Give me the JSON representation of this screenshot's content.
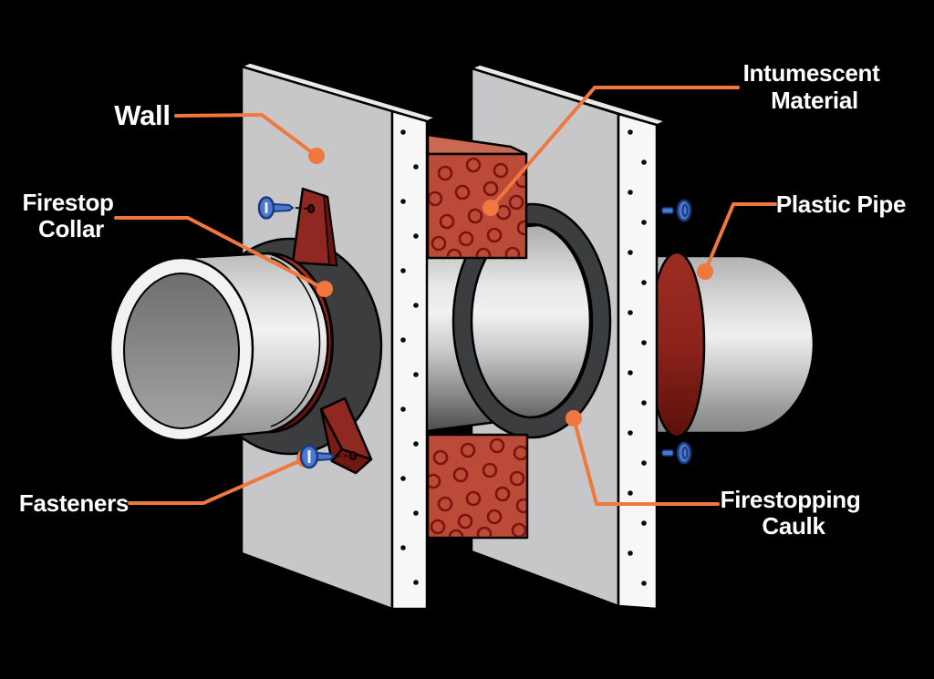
{
  "labels": {
    "wall": {
      "lines": [
        "Wall"
      ]
    },
    "firestop_collar": {
      "lines": [
        "Firestop",
        "Collar"
      ]
    },
    "fasteners": {
      "lines": [
        "Fasteners"
      ]
    },
    "intumescent_material": {
      "lines": [
        "Intumescent",
        "Material"
      ]
    },
    "plastic_pipe": {
      "lines": [
        "Plastic Pipe"
      ]
    },
    "firestopping_caulk": {
      "lines": [
        "Firestopping",
        "Caulk"
      ]
    }
  },
  "colors": {
    "background": "#000000",
    "accent": "#F0773E",
    "label_text": "#FFFFFF",
    "wall_face": "#C7C7C9",
    "wall_edge": "#F7F7F8",
    "collar_red": "#8E2820",
    "intumescent_red": "#BC4A38",
    "caulk_gray": "#3B3D3F",
    "pipe_gray": "#D9D9D9",
    "screw_blue": "#4D78CB"
  }
}
